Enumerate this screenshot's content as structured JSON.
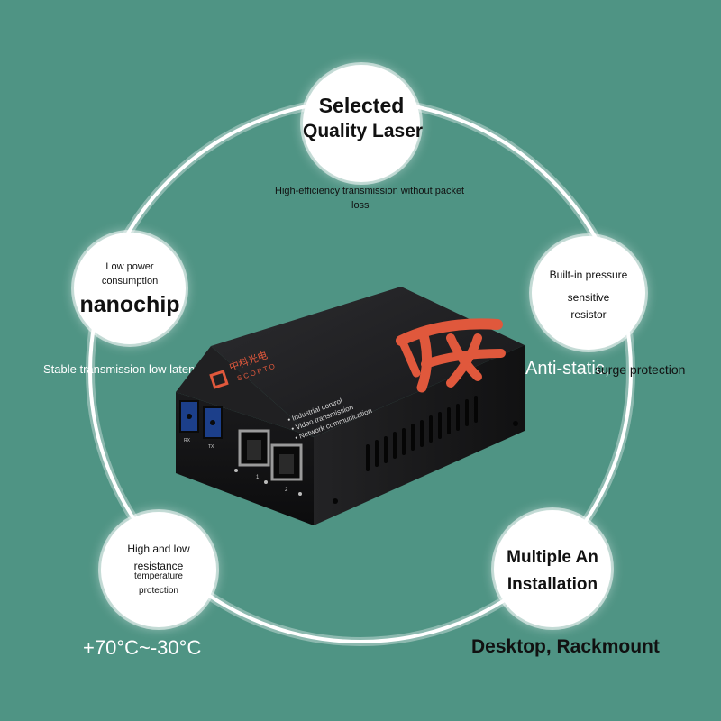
{
  "features": {
    "laser": {
      "line1": "Selected",
      "line2": "Quality Laser",
      "caption_line1": "High-efficiency transmission without packet",
      "caption_line2": "loss"
    },
    "chip": {
      "line1": "Low power",
      "line2": "consumption",
      "line3": "nanochip",
      "caption": "Stable transmission low latency"
    },
    "resistor": {
      "line1": "Built-in pressure",
      "line2": "sensitive",
      "line3": "resistor",
      "caption_big": "Anti-static,",
      "caption_small": "surge protection"
    },
    "temperature": {
      "line1": "High and low",
      "line2": "resistance",
      "line3": "temperature",
      "line4": "protection",
      "caption": "+70°C~-30°C"
    },
    "installation": {
      "line1": "Multiple An",
      "line2": "Installation",
      "caption": "Desktop, Rackmount"
    }
  },
  "device": {
    "brand_line1": "中科光电",
    "brand_line2": "SCOPTO",
    "bullets": [
      "Industrial control",
      "Video transmission",
      "Network communication"
    ],
    "port_labels": [
      "RX",
      "TX",
      "1",
      "2"
    ]
  },
  "colors": {
    "background": "#4f9484",
    "ring": "#ffffff",
    "device_body": "#1e1e20",
    "logo": "#e0583c"
  }
}
